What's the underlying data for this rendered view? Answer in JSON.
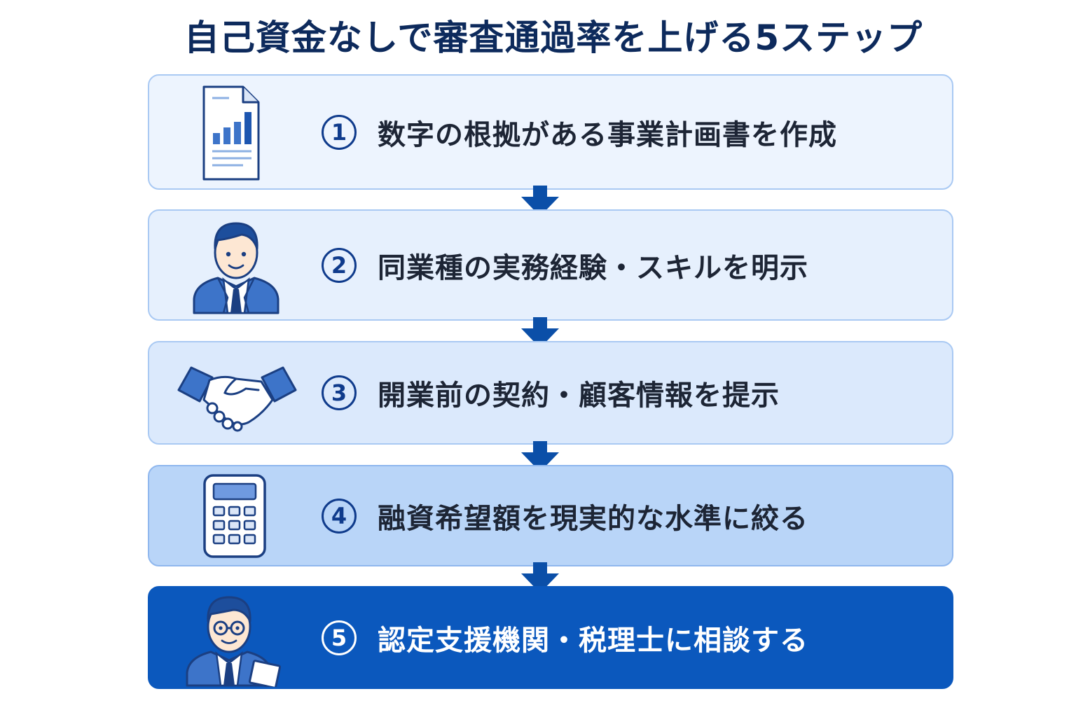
{
  "title": "自己資金なしで審査通過率を上げる5ステップ",
  "steps": [
    {
      "number": "1",
      "label": "数字の根拠がある事業計画書を作成",
      "icon": "business-plan-chart-document-icon"
    },
    {
      "number": "2",
      "label": "同業種の実務経験・スキルを明示",
      "icon": "businessman-icon"
    },
    {
      "number": "3",
      "label": "開業前の契約・顧客情報を提示",
      "icon": "handshake-icon"
    },
    {
      "number": "4",
      "label": "融資希望額を現実的な水準に絞る",
      "icon": "calculator-icon"
    },
    {
      "number": "5",
      "label": "認定支援機関・税理士に相談する",
      "icon": "advisor-with-glasses-icon"
    }
  ],
  "colors": {
    "title": "#0d2a5c",
    "accent": "#0b58bd",
    "arrow": "#0b4fa8",
    "step_border": "#a9c9f3"
  }
}
